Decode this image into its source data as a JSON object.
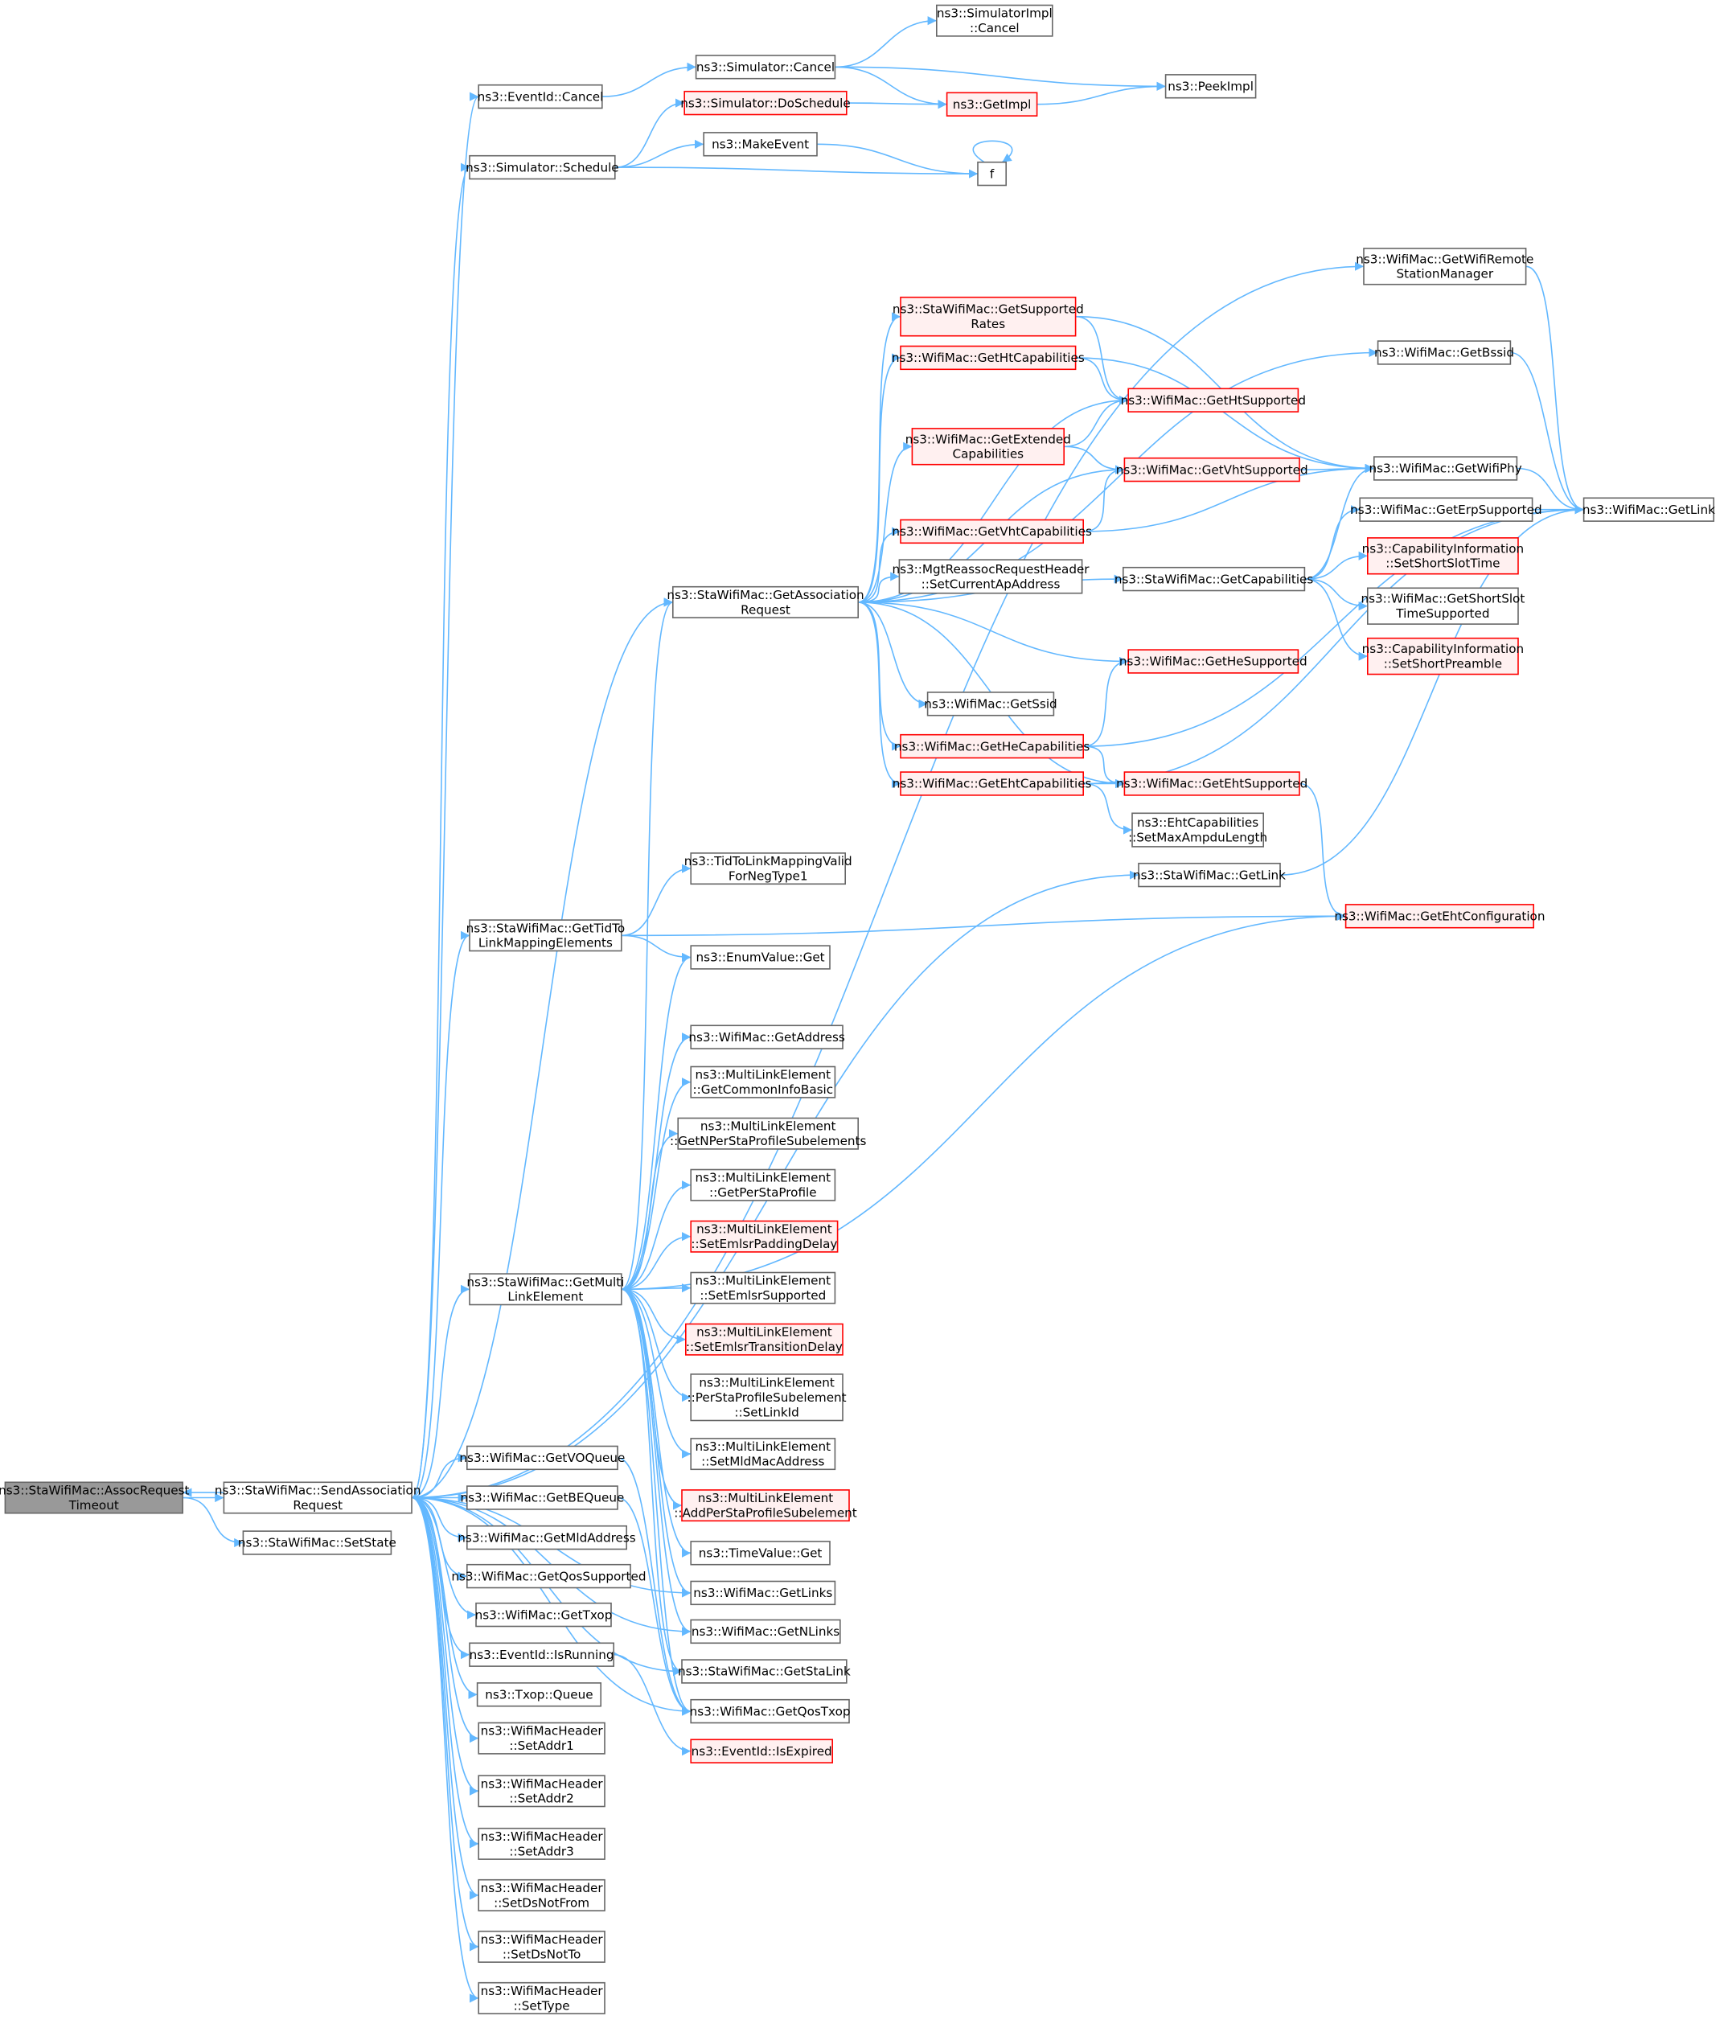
{
  "title": "ns3::StaWifiMac::AssocRequestTimeout call graph",
  "colors": {
    "edge": "#63b8ff",
    "red_border": "#ff0000",
    "red_fill": "#fff0f0",
    "root_fill": "#999999",
    "border": "#666666"
  },
  "nodes": {
    "root": {
      "lines": [
        "ns3::StaWifiMac::AssocRequest",
        "Timeout"
      ],
      "style": "root"
    },
    "send": {
      "lines": [
        "ns3::StaWifiMac::SendAssociation",
        "Request"
      ]
    },
    "setstate": {
      "lines": [
        "ns3::StaWifiMac::SetState"
      ]
    },
    "evcancel": {
      "lines": [
        "ns3::EventId::Cancel"
      ]
    },
    "schedule": {
      "lines": [
        "ns3::Simulator::Schedule"
      ]
    },
    "tidmap": {
      "lines": [
        "ns3::StaWifiMac::GetTidTo",
        "LinkMappingElements"
      ]
    },
    "multilink": {
      "lines": [
        "ns3::StaWifiMac::GetMulti",
        "LinkElement"
      ]
    },
    "voqueue": {
      "lines": [
        "ns3::WifiMac::GetVOQueue"
      ]
    },
    "bequeue": {
      "lines": [
        "ns3::WifiMac::GetBEQueue"
      ]
    },
    "mldaddr": {
      "lines": [
        "ns3::WifiMac::GetMldAddress"
      ]
    },
    "qossup": {
      "lines": [
        "ns3::WifiMac::GetQosSupported"
      ]
    },
    "gettxop": {
      "lines": [
        "ns3::WifiMac::GetTxop"
      ]
    },
    "isrunning": {
      "lines": [
        "ns3::EventId::IsRunning"
      ]
    },
    "txopqueue": {
      "lines": [
        "ns3::Txop::Queue"
      ]
    },
    "addr1": {
      "lines": [
        "ns3::WifiMacHeader",
        "::SetAddr1"
      ]
    },
    "addr2": {
      "lines": [
        "ns3::WifiMacHeader",
        "::SetAddr2"
      ]
    },
    "addr3": {
      "lines": [
        "ns3::WifiMacHeader",
        "::SetAddr3"
      ]
    },
    "dsnotfrom": {
      "lines": [
        "ns3::WifiMacHeader",
        "::SetDsNotFrom"
      ]
    },
    "dsnotto": {
      "lines": [
        "ns3::WifiMacHeader",
        "::SetDsNotTo"
      ]
    },
    "settype": {
      "lines": [
        "ns3::WifiMacHeader",
        "::SetType"
      ]
    },
    "simcancel": {
      "lines": [
        "ns3::Simulator::Cancel"
      ]
    },
    "doschedule": {
      "lines": [
        "ns3::Simulator::DoSchedule"
      ],
      "style": "red"
    },
    "makeevent": {
      "lines": [
        "ns3::MakeEvent"
      ]
    },
    "assocreq": {
      "lines": [
        "ns3::StaWifiMac::GetAssociation",
        "Request"
      ]
    },
    "tidvalid": {
      "lines": [
        "ns3::TidToLinkMappingValid",
        "ForNegType1"
      ]
    },
    "enumget": {
      "lines": [
        "ns3::EnumValue::Get"
      ]
    },
    "getaddress": {
      "lines": [
        "ns3::WifiMac::GetAddress"
      ]
    },
    "commoninfo": {
      "lines": [
        "ns3::MultiLinkElement",
        "::GetCommonInfoBasic"
      ]
    },
    "npersta": {
      "lines": [
        "ns3::MultiLinkElement",
        "::GetNPerStaProfileSubelements"
      ]
    },
    "persta": {
      "lines": [
        "ns3::MultiLinkElement",
        "::GetPerStaProfile"
      ]
    },
    "emlsrpad": {
      "lines": [
        "ns3::MultiLinkElement",
        "::SetEmlsrPaddingDelay"
      ],
      "style": "red"
    },
    "emlsrsup": {
      "lines": [
        "ns3::MultiLinkElement",
        "::SetEmlsrSupported"
      ]
    },
    "emlsrtrans": {
      "lines": [
        "ns3::MultiLinkElement",
        "::SetEmlsrTransitionDelay"
      ],
      "style": "red"
    },
    "setlinkid": {
      "lines": [
        "ns3::MultiLinkElement",
        "::PerStaProfileSubelement",
        "::SetLinkId"
      ]
    },
    "setmldmac": {
      "lines": [
        "ns3::MultiLinkElement",
        "::SetMldMacAddress"
      ]
    },
    "addpersta": {
      "lines": [
        "ns3::MultiLinkElement",
        "::AddPerStaProfileSubelement"
      ],
      "style": "red"
    },
    "timeget": {
      "lines": [
        "ns3::TimeValue::Get"
      ]
    },
    "getlinks": {
      "lines": [
        "ns3::WifiMac::GetLinks"
      ]
    },
    "getnlinks": {
      "lines": [
        "ns3::WifiMac::GetNLinks"
      ]
    },
    "getstalink": {
      "lines": [
        "ns3::StaWifiMac::GetStaLink"
      ]
    },
    "getqostxop": {
      "lines": [
        "ns3::WifiMac::GetQosTxop"
      ]
    },
    "isexpired": {
      "lines": [
        "ns3::EventId::IsExpired"
      ],
      "style": "red"
    },
    "simimplcancel": {
      "lines": [
        "ns3::SimulatorImpl",
        "::Cancel"
      ]
    },
    "getimpl": {
      "lines": [
        "ns3::GetImpl"
      ],
      "style": "red"
    },
    "f": {
      "lines": [
        "f"
      ]
    },
    "suprates": {
      "lines": [
        "ns3::StaWifiMac::GetSupported",
        "Rates"
      ],
      "style": "red"
    },
    "htcaps": {
      "lines": [
        "ns3::WifiMac::GetHtCapabilities"
      ],
      "style": "red"
    },
    "extcaps": {
      "lines": [
        "ns3::WifiMac::GetExtended",
        "Capabilities"
      ],
      "style": "red"
    },
    "vhtcaps": {
      "lines": [
        "ns3::WifiMac::GetVhtCapabilities"
      ],
      "style": "red"
    },
    "mgtreassoc": {
      "lines": [
        "ns3::MgtReassocRequestHeader",
        "::SetCurrentApAddress"
      ]
    },
    "getssid": {
      "lines": [
        "ns3::WifiMac::GetSsid"
      ]
    },
    "hecaps": {
      "lines": [
        "ns3::WifiMac::GetHeCapabilities"
      ],
      "style": "red"
    },
    "ehtcaps": {
      "lines": [
        "ns3::WifiMac::GetEhtCapabilities"
      ],
      "style": "red"
    },
    "htsup": {
      "lines": [
        "ns3::WifiMac::GetHtSupported"
      ],
      "style": "red"
    },
    "vhtsup": {
      "lines": [
        "ns3::WifiMac::GetVhtSupported"
      ],
      "style": "red"
    },
    "getcaps": {
      "lines": [
        "ns3::StaWifiMac::GetCapabilities"
      ]
    },
    "hesup": {
      "lines": [
        "ns3::WifiMac::GetHeSupported"
      ],
      "style": "red"
    },
    "ehtsup": {
      "lines": [
        "ns3::WifiMac::GetEhtSupported"
      ],
      "style": "red"
    },
    "maxampdu": {
      "lines": [
        "ns3::EhtCapabilities",
        "::SetMaxAmpduLength"
      ]
    },
    "stagetlink": {
      "lines": [
        "ns3::StaWifiMac::GetLink"
      ]
    },
    "peekimpl": {
      "lines": [
        "ns3::PeekImpl"
      ]
    },
    "remotemgr": {
      "lines": [
        "ns3::WifiMac::GetWifiRemote",
        "StationManager"
      ]
    },
    "getbssid": {
      "lines": [
        "ns3::WifiMac::GetBssid"
      ]
    },
    "wifiphy": {
      "lines": [
        "ns3::WifiMac::GetWifiPhy"
      ]
    },
    "erpsup": {
      "lines": [
        "ns3::WifiMac::GetErpSupported"
      ]
    },
    "shortslottime": {
      "lines": [
        "ns3::CapabilityInformation",
        "::SetShortSlotTime"
      ],
      "style": "red"
    },
    "shortslotsup": {
      "lines": [
        "ns3::WifiMac::GetShortSlot",
        "TimeSupported"
      ]
    },
    "shortpreamble": {
      "lines": [
        "ns3::CapabilityInformation",
        "::SetShortPreamble"
      ],
      "style": "red"
    },
    "ehtconfig": {
      "lines": [
        "ns3::WifiMac::GetEhtConfiguration"
      ],
      "style": "red"
    },
    "getlink": {
      "lines": [
        "ns3::WifiMac::GetLink"
      ]
    }
  },
  "edges": [
    [
      "root",
      "send"
    ],
    [
      "root",
      "setstate"
    ],
    [
      "send",
      "root"
    ],
    [
      "send",
      "evcancel"
    ],
    [
      "send",
      "schedule"
    ],
    [
      "send",
      "remotemgr"
    ],
    [
      "send",
      "assocreq"
    ],
    [
      "send",
      "stagetlink"
    ],
    [
      "send",
      "tidmap"
    ],
    [
      "send",
      "multilink"
    ],
    [
      "send",
      "voqueue"
    ],
    [
      "send",
      "bequeue"
    ],
    [
      "send",
      "mldaddr"
    ],
    [
      "send",
      "qossup"
    ],
    [
      "send",
      "gettxop"
    ],
    [
      "send",
      "isrunning"
    ],
    [
      "send",
      "txopqueue"
    ],
    [
      "send",
      "addr1"
    ],
    [
      "send",
      "addr2"
    ],
    [
      "send",
      "addr3"
    ],
    [
      "send",
      "dsnotfrom"
    ],
    [
      "send",
      "dsnotto"
    ],
    [
      "send",
      "settype"
    ],
    [
      "send",
      "getlinks"
    ],
    [
      "send",
      "getnlinks"
    ],
    [
      "send",
      "getstalink"
    ],
    [
      "send",
      "getqostxop"
    ],
    [
      "evcancel",
      "simcancel"
    ],
    [
      "simcancel",
      "simimplcancel"
    ],
    [
      "simcancel",
      "peekimpl"
    ],
    [
      "simcancel",
      "getimpl"
    ],
    [
      "schedule",
      "doschedule"
    ],
    [
      "schedule",
      "makeevent"
    ],
    [
      "schedule",
      "f"
    ],
    [
      "doschedule",
      "getimpl"
    ],
    [
      "getimpl",
      "peekimpl"
    ],
    [
      "makeevent",
      "f"
    ],
    [
      "f",
      "f"
    ],
    [
      "assocreq",
      "suprates"
    ],
    [
      "assocreq",
      "htcaps"
    ],
    [
      "assocreq",
      "htsup"
    ],
    [
      "assocreq",
      "extcaps"
    ],
    [
      "assocreq",
      "vhtsup"
    ],
    [
      "assocreq",
      "vhtcaps"
    ],
    [
      "assocreq",
      "mgtreassoc"
    ],
    [
      "assocreq",
      "getcaps"
    ],
    [
      "assocreq",
      "hesup"
    ],
    [
      "assocreq",
      "getssid"
    ],
    [
      "assocreq",
      "hecaps"
    ],
    [
      "assocreq",
      "ehtcaps"
    ],
    [
      "assocreq",
      "ehtsup"
    ],
    [
      "assocreq",
      "getbssid"
    ],
    [
      "suprates",
      "htsup"
    ],
    [
      "suprates",
      "wifiphy"
    ],
    [
      "htcaps",
      "htsup"
    ],
    [
      "htcaps",
      "wifiphy"
    ],
    [
      "extcaps",
      "htsup"
    ],
    [
      "extcaps",
      "vhtsup"
    ],
    [
      "vhtcaps",
      "vhtsup"
    ],
    [
      "vhtcaps",
      "wifiphy"
    ],
    [
      "vhtsup",
      "wifiphy"
    ],
    [
      "getcaps",
      "wifiphy"
    ],
    [
      "getcaps",
      "erpsup"
    ],
    [
      "getcaps",
      "shortslottime"
    ],
    [
      "getcaps",
      "shortslotsup"
    ],
    [
      "getcaps",
      "shortpreamble"
    ],
    [
      "hecaps",
      "hesup"
    ],
    [
      "hecaps",
      "getlink"
    ],
    [
      "hecaps",
      "ehtsup"
    ],
    [
      "ehtcaps",
      "ehtsup"
    ],
    [
      "ehtcaps",
      "maxampdu"
    ],
    [
      "ehtcaps",
      "getlink"
    ],
    [
      "ehtsup",
      "ehtconfig"
    ],
    [
      "stagetlink",
      "getlink"
    ],
    [
      "remotemgr",
      "getlink"
    ],
    [
      "getbssid",
      "getlink"
    ],
    [
      "wifiphy",
      "getlink"
    ],
    [
      "erpsup",
      "getlink"
    ],
    [
      "tidmap",
      "tidvalid"
    ],
    [
      "tidmap",
      "enumget"
    ],
    [
      "tidmap",
      "ehtconfig"
    ],
    [
      "multilink",
      "assocreq"
    ],
    [
      "multilink",
      "enumget"
    ],
    [
      "multilink",
      "ehtconfig"
    ],
    [
      "multilink",
      "getaddress"
    ],
    [
      "multilink",
      "commoninfo"
    ],
    [
      "multilink",
      "npersta"
    ],
    [
      "multilink",
      "persta"
    ],
    [
      "multilink",
      "emlsrpad"
    ],
    [
      "multilink",
      "emlsrsup"
    ],
    [
      "multilink",
      "emlsrtrans"
    ],
    [
      "multilink",
      "setlinkid"
    ],
    [
      "multilink",
      "setmldmac"
    ],
    [
      "multilink",
      "addpersta"
    ],
    [
      "multilink",
      "timeget"
    ],
    [
      "multilink",
      "getlinks"
    ],
    [
      "multilink",
      "getnlinks"
    ],
    [
      "multilink",
      "getstalink"
    ],
    [
      "multilink",
      "getqostxop"
    ],
    [
      "voqueue",
      "getqostxop"
    ],
    [
      "bequeue",
      "getqostxop"
    ],
    [
      "isrunning",
      "isexpired"
    ]
  ]
}
